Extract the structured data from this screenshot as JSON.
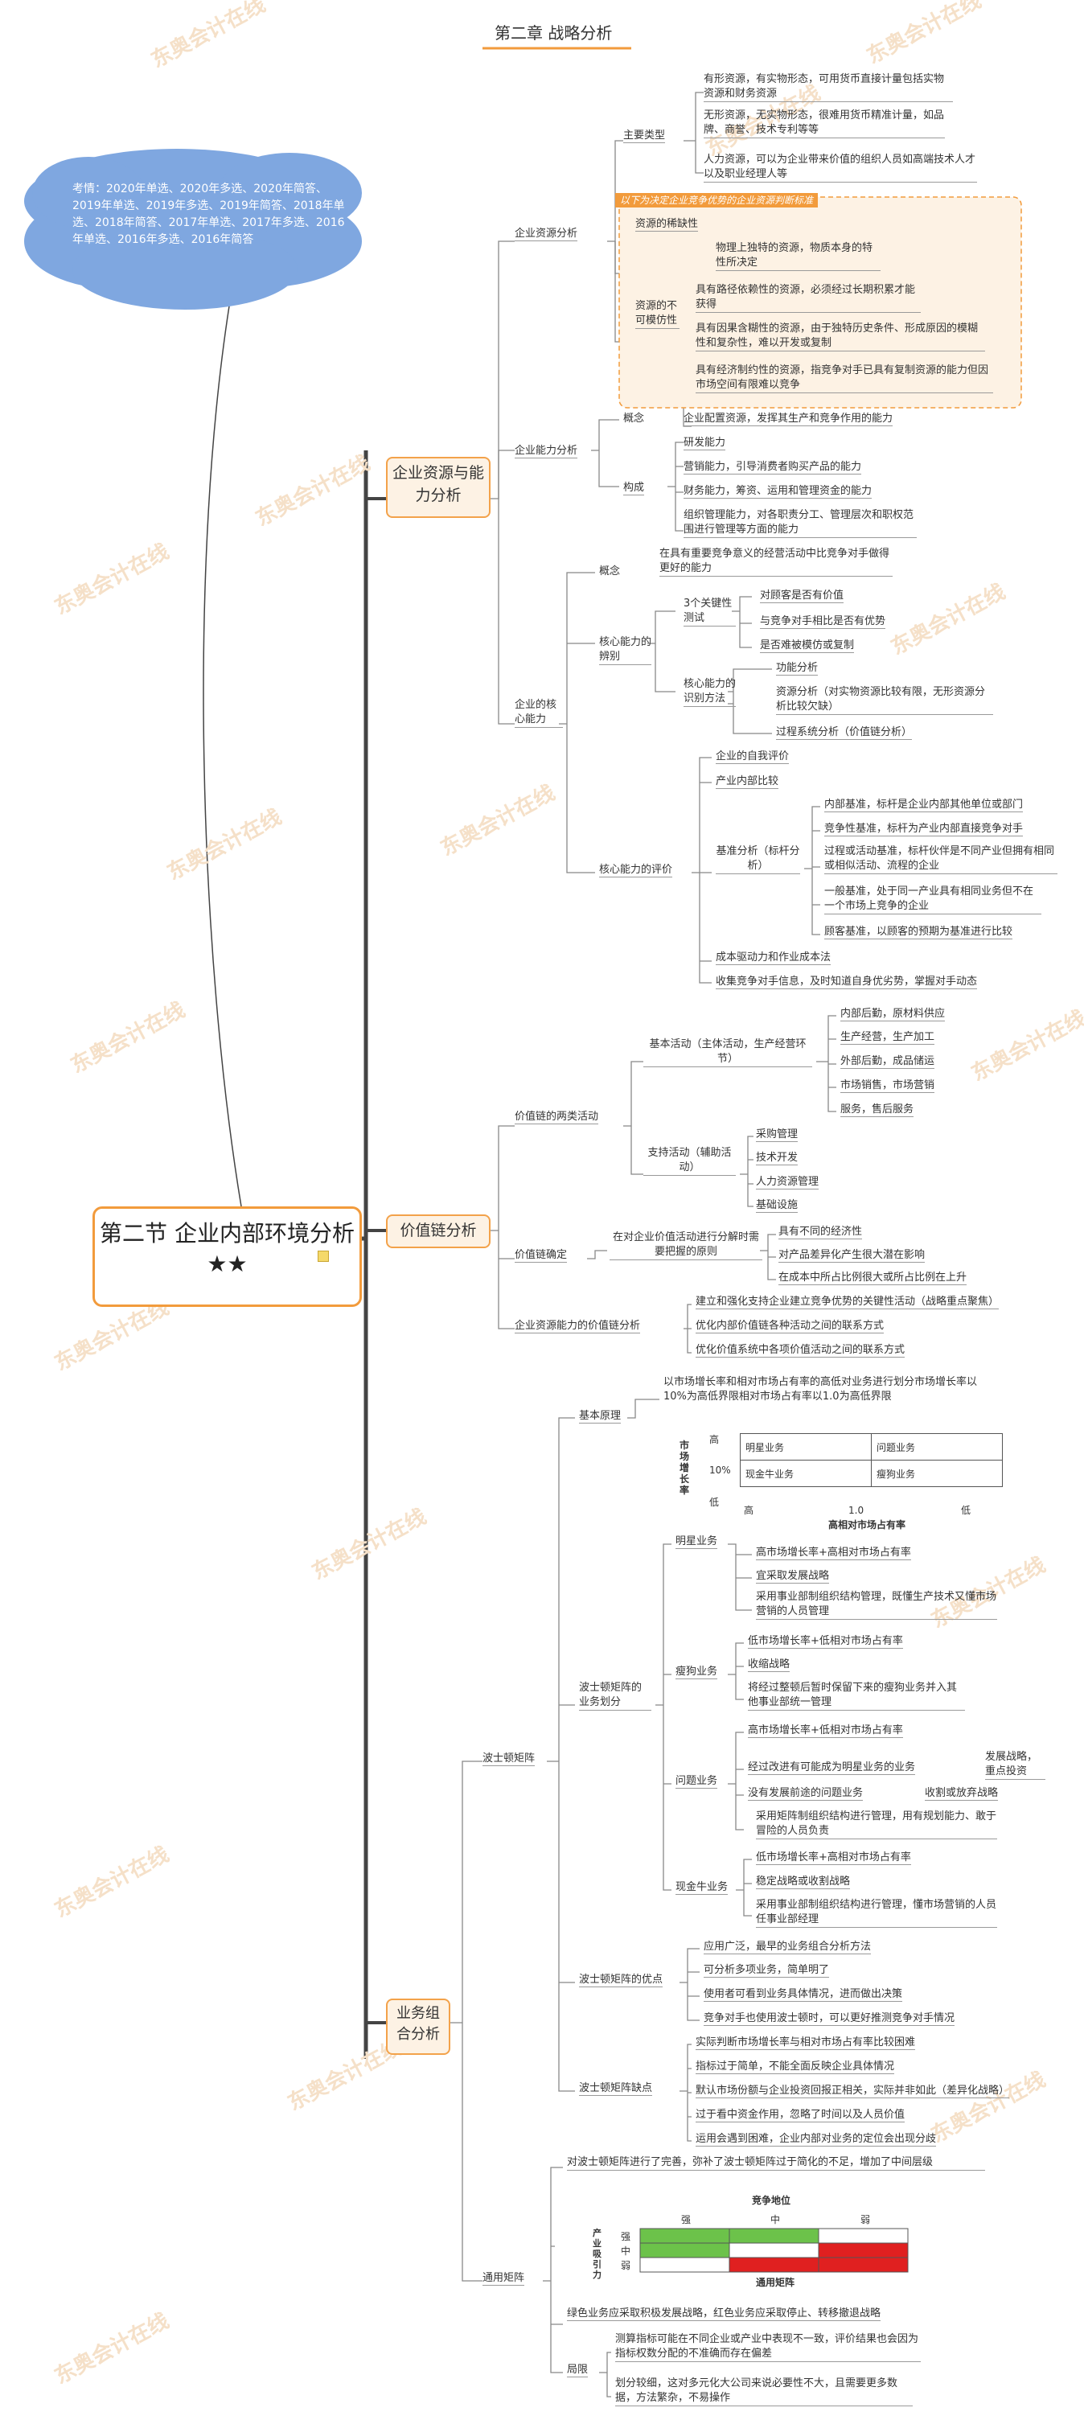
{
  "title": "第二章 战略分析",
  "cloud": "考情：2020年单选、2020年多选、2020年简答、2019年单选、2019年多选、2019年简答、2018年单选、2018年简答、2017年单选、2017年多选、2016年单选、2016年多选、2016年简答",
  "root": "第二节 企业内部环境分析★★",
  "branch1": "企业资源与能力分析",
  "branch2": "价值链分析",
  "branch3": "业务组合分析",
  "n_qiye_ziyuan": "企业资源分析",
  "n_zhuyao": "主要类型",
  "n_youxing": "有形资源，有实物形态，可用货币直接计量包括实物资源和财务资源",
  "n_wuxing": "无形资源，无实物形态，很难用货币精准计量，如品牌、商誉、技术专利等等",
  "n_renli": "人力资源，可以为企业带来价值的组织人员如高端技术人才以及职业经理人等",
  "note_orange": "以下为决定企业竞争优势的企业资源判断标准",
  "n_xique": "资源的稀缺性",
  "n_bukemofang": "资源的不可模仿性",
  "n_wuli": "物理上独特的资源，物质本身的特性所决定",
  "n_lujing": "具有路径依赖性的资源，必须经过长期积累才能获得",
  "n_yinguo": "具有因果含糊性的资源，由于独特历史条件、形成原因的模糊性和复杂性，难以开发或复制",
  "n_jingji": "具有经济制约性的资源，指竞争对手已具有复制资源的能力但因市场空间有限难以竞争",
  "n_nengli": "企业能力分析",
  "n_gainian": "概念",
  "n_gainian_txt": "企业配置资源，发挥其生产和竞争作用的能力",
  "n_goucheng": "构成",
  "n_yanfa": "研发能力",
  "n_yingxiao": "营销能力，引导消费者购买产品的能力",
  "n_caiwu": "财务能力，筹资、运用和管理资金的能力",
  "n_zuzhi": "组织管理能力，对各职责分工、管理层次和职权范围进行管理等方面的能力",
  "n_hexin": "企业的核心能力",
  "n_gainian2": "概念",
  "n_gainian2_txt": "在具有重要竞争意义的经营活动中比竞争对手做得更好的能力",
  "n_bianbie": "核心能力的辨别",
  "n_guanjian": "3个关键性测试",
  "n_t1": "对顾客是否有价值",
  "n_t2": "与竞争对手相比是否有优势",
  "n_t3": "是否难被模仿或复制",
  "n_shibie": "核心能力的识别方法",
  "n_s1": "功能分析",
  "n_s2": "资源分析（对实物资源比较有限，无形资源分析比较欠缺）",
  "n_s3": "过程系统分析（价值链分析）",
  "n_pingjia": "核心能力的评价",
  "n_p1": "企业的自我评价",
  "n_p2": "产业内部比较",
  "n_jizhun": "基准分析（标杆分析）",
  "n_j1": "内部基准，标杆是企业内部其他单位或部门",
  "n_j2": "竞争性基准，标杆为产业内部直接竞争对手",
  "n_j3": "过程或活动基准，标杆伙伴是不同产业但拥有相同或相似活动、流程的企业",
  "n_j4": "一般基准，处于同一产业具有相同业务但不在一个市场上竞争的企业",
  "n_j5": "顾客基准，以顾客的预期为基准进行比较",
  "n_p4": "成本驱动力和作业成本法",
  "n_p5": "收集竞争对手信息，及时知道自身优劣势，掌握对手动态",
  "n_liangleihuodong": "价值链的两类活动",
  "n_jiben": "基本活动（主体活动，生产经营环节）",
  "n_b1": "内部后勤，原材料供应",
  "n_b2": "生产经营，生产加工",
  "n_b3": "外部后勤，成品储运",
  "n_b4": "市场销售，市场营销",
  "n_b5": "服务，售后服务",
  "n_zhichi": "支持活动（辅助活动）",
  "n_z1": "采购管理",
  "n_z2": "技术开发",
  "n_z3": "人力资源管理",
  "n_z4": "基础设施",
  "n_queding": "价值链确定",
  "n_queding_txt": "在对企业价值活动进行分解时需要把握的原则",
  "n_q1": "具有不同的经济性",
  "n_q2": "对产品差异化产生很大潜在影响",
  "n_q3": "在成本中所占比例很大或所占比例在上升",
  "n_jiazhilian_fenxi": "企业资源能力的价值链分析",
  "n_v1": "建立和强化支持企业建立竞争优势的关键性活动（战略重点聚焦）",
  "n_v2": "优化内部价值链各种活动之间的联系方式",
  "n_v3": "优化价值系统中各项价值活动之间的联系方式",
  "n_boshidun": "波士顿矩阵",
  "n_jibenyuanli": "基本原理",
  "n_yuanli_txt": "以市场增长率和相对市场占有率的高低对业务进行划分市场增长率以10%为高低界限相对市场占有率以1.0为高低界限",
  "matrix": {
    "ylabel": "市场增长率",
    "xlabel": "高相对市场占有率",
    "y_high": "高",
    "y_mid": "10%",
    "y_low": "低",
    "x_high": "高",
    "x_mid": "1.0",
    "x_low": "低",
    "star": "明星业务",
    "question": "问题业务",
    "cash": "现金牛业务",
    "dog": "瘦狗业务"
  },
  "n_huafen": "波士顿矩阵的业务划分",
  "n_mingxing": "明星业务",
  "n_m1": "高市场增长率+高相对市场占有率",
  "n_m2": "宜采取发展战略",
  "n_m3": "采用事业部制组织结构管理，既懂生产技术又懂市场营销的人员管理",
  "n_shougou": "瘦狗业务",
  "n_d1": "低市场增长率+低相对市场占有率",
  "n_d2": "收缩战略",
  "n_d3": "将经过整顿后暂时保留下来的瘦狗业务并入其他事业部统一管理",
  "n_wenti": "问题业务",
  "n_w1": "高市场增长率+低相对市场占有率",
  "n_w2": "经过改进有可能成为明星业务的业务",
  "n_w2b": "发展战略，重点投资",
  "n_w3": "没有发展前途的问题业务",
  "n_w3b": "收割或放弃战略",
  "n_w4": "采用矩阵制组织结构进行管理，用有规划能力、敢于冒险的人员负责",
  "n_xianjinniu": "现金牛业务",
  "n_c1": "低市场增长率+高相对市场占有率",
  "n_c2": "稳定战略或收割战略",
  "n_c3": "采用事业部制组织结构进行管理，懂市场营销的人员任事业部经理",
  "n_youdian": "波士顿矩阵的优点",
  "n_y1": "应用广泛，最早的业务组合分析方法",
  "n_y2": "可分析多项业务，简单明了",
  "n_y3": "使用者可看到业务具体情况，进而做出决策",
  "n_y4": "竞争对手也使用波士顿时，可以更好推测竞争对手情况",
  "n_quedian": "波士顿矩阵缺点",
  "n_k1": "实际判断市场增长率与相对市场占有率比较困难",
  "n_k2": "指标过于简单，不能全面反映企业具体情况",
  "n_k3": "默认市场份额与企业投资回报正相关，实际并非如此（差异化战略）",
  "n_k4": "过于看中资金作用，忽略了时间以及人员价值",
  "n_k5": "运用会遇到困难，企业内部对业务的定位会出现分歧",
  "n_tongyong": "通用矩阵",
  "n_tongyong_txt": "对波士顿矩阵进行了完善，弥补了波士顿矩阵过于简化的不足，增加了中间层级",
  "gm": {
    "top": "竞争地位",
    "ylabel": "产业吸引力",
    "cols": [
      "强",
      "中",
      "弱"
    ],
    "rows": [
      "强",
      "中",
      "弱"
    ],
    "bottom": "通用矩阵",
    "green": "#6cc24a",
    "red": "#e02020"
  },
  "n_tongyong2": "绿色业务应采取积极发展战略，红色业务应采取停止、转移撤退战略",
  "n_juxian": "局限",
  "n_l1": "测算指标可能在不同企业或产业中表现不一致，评价结果也会因为指标权数分配的不准确而存在偏差",
  "n_l2": "划分较细，这对多元化大公司来说必要性不大，且需要更多数据，方法繁杂，不易操作",
  "watermark": "东奥会计在线"
}
